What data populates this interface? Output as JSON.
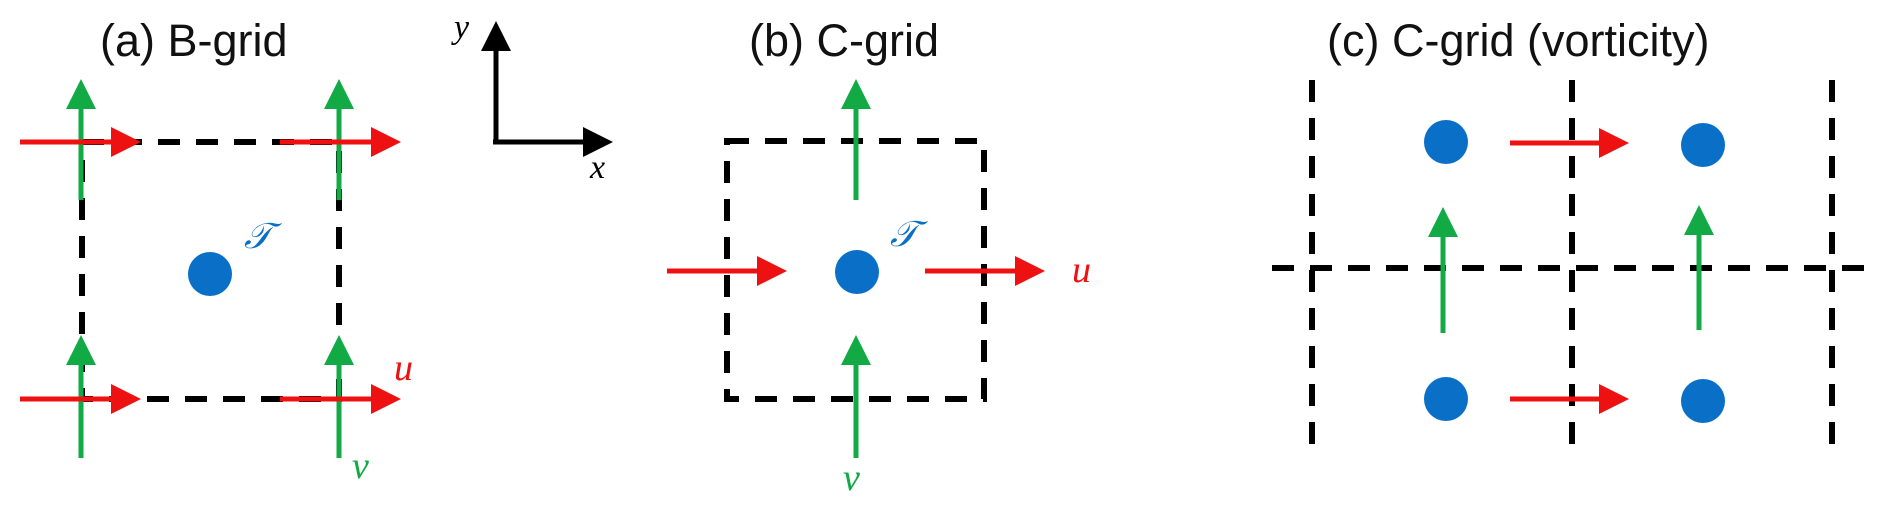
{
  "panels": {
    "a": {
      "title": "(a) B-grid",
      "tracer_label": "𝒯",
      "u_label": "u",
      "v_label": "v"
    },
    "b": {
      "title": "(b) C-grid",
      "tracer_label": "𝒯",
      "u_label": "u",
      "v_label": "v"
    },
    "c": {
      "title": "(c) C-grid (vorticity)"
    }
  },
  "axes": {
    "x_label": "x",
    "y_label": "y"
  },
  "colors": {
    "u_arrow": "#ee1111",
    "v_arrow": "#11aa44",
    "tracer_point": "#0a6fc6",
    "grid_line": "#000000",
    "label_u": "#ee1111",
    "label_v": "#11aa44",
    "label_T": "#0a6fc6"
  }
}
